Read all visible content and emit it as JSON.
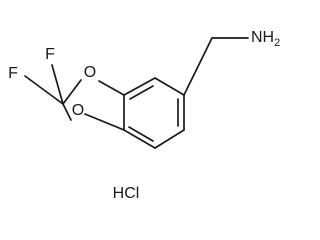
{
  "structure": {
    "atoms": {
      "f_upper": "F",
      "f_lower": "F",
      "o_upper": "O",
      "o_lower": "O",
      "amine": "NH",
      "amine_sub": "2"
    },
    "salt": "HCl"
  }
}
